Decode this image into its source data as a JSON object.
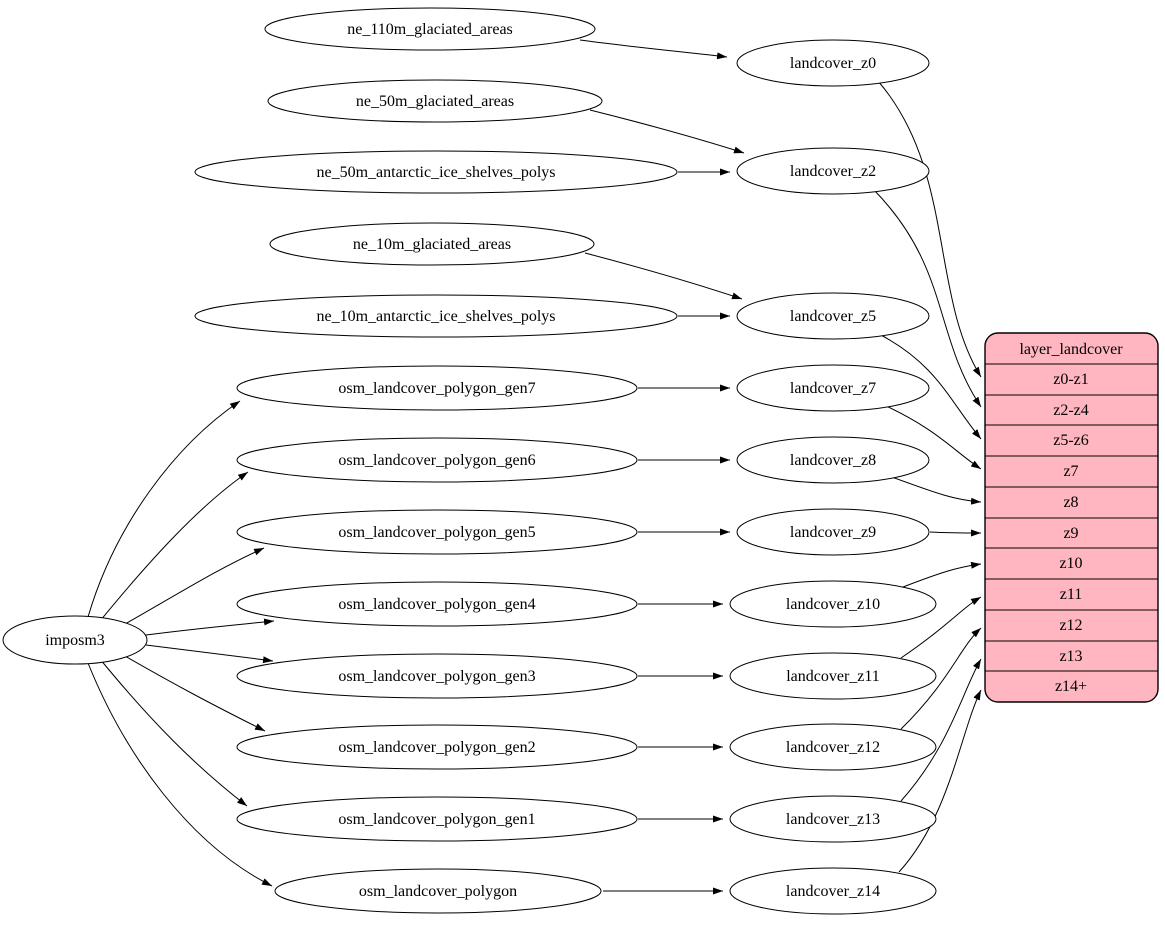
{
  "colors": {
    "table_fill": "#ffb6c1",
    "node_fill": "#ffffff",
    "stroke": "#000000",
    "background": "#ffffff"
  },
  "nodes": {
    "imposm3": "imposm3",
    "ne_110m_glaciated_areas": "ne_110m_glaciated_areas",
    "ne_50m_glaciated_areas": "ne_50m_glaciated_areas",
    "ne_50m_antarctic_ice_shelves_polys": "ne_50m_antarctic_ice_shelves_polys",
    "ne_10m_glaciated_areas": "ne_10m_glaciated_areas",
    "ne_10m_antarctic_ice_shelves_polys": "ne_10m_antarctic_ice_shelves_polys",
    "osm_landcover_polygon_gen7": "osm_landcover_polygon_gen7",
    "osm_landcover_polygon_gen6": "osm_landcover_polygon_gen6",
    "osm_landcover_polygon_gen5": "osm_landcover_polygon_gen5",
    "osm_landcover_polygon_gen4": "osm_landcover_polygon_gen4",
    "osm_landcover_polygon_gen3": "osm_landcover_polygon_gen3",
    "osm_landcover_polygon_gen2": "osm_landcover_polygon_gen2",
    "osm_landcover_polygon_gen1": "osm_landcover_polygon_gen1",
    "osm_landcover_polygon": "osm_landcover_polygon",
    "landcover_z0": "landcover_z0",
    "landcover_z2": "landcover_z2",
    "landcover_z5": "landcover_z5",
    "landcover_z7": "landcover_z7",
    "landcover_z8": "landcover_z8",
    "landcover_z9": "landcover_z9",
    "landcover_z10": "landcover_z10",
    "landcover_z11": "landcover_z11",
    "landcover_z12": "landcover_z12",
    "landcover_z13": "landcover_z13",
    "landcover_z14": "landcover_z14"
  },
  "table": {
    "title": "layer_landcover",
    "rows": [
      "z0-z1",
      "z2-z4",
      "z5-z6",
      "z7",
      "z8",
      "z9",
      "z10",
      "z11",
      "z12",
      "z13",
      "z14+"
    ]
  },
  "edges": [
    {
      "from": "imposm3",
      "to": "osm_landcover_polygon_gen7"
    },
    {
      "from": "imposm3",
      "to": "osm_landcover_polygon_gen6"
    },
    {
      "from": "imposm3",
      "to": "osm_landcover_polygon_gen5"
    },
    {
      "from": "imposm3",
      "to": "osm_landcover_polygon_gen4"
    },
    {
      "from": "imposm3",
      "to": "osm_landcover_polygon_gen3"
    },
    {
      "from": "imposm3",
      "to": "osm_landcover_polygon_gen2"
    },
    {
      "from": "imposm3",
      "to": "osm_landcover_polygon_gen1"
    },
    {
      "from": "imposm3",
      "to": "osm_landcover_polygon"
    },
    {
      "from": "ne_110m_glaciated_areas",
      "to": "landcover_z0"
    },
    {
      "from": "ne_50m_glaciated_areas",
      "to": "landcover_z2"
    },
    {
      "from": "ne_50m_antarctic_ice_shelves_polys",
      "to": "landcover_z2"
    },
    {
      "from": "ne_10m_glaciated_areas",
      "to": "landcover_z5"
    },
    {
      "from": "ne_10m_antarctic_ice_shelves_polys",
      "to": "landcover_z5"
    },
    {
      "from": "osm_landcover_polygon_gen7",
      "to": "landcover_z7"
    },
    {
      "from": "osm_landcover_polygon_gen6",
      "to": "landcover_z8"
    },
    {
      "from": "osm_landcover_polygon_gen5",
      "to": "landcover_z9"
    },
    {
      "from": "osm_landcover_polygon_gen4",
      "to": "landcover_z10"
    },
    {
      "from": "osm_landcover_polygon_gen3",
      "to": "landcover_z11"
    },
    {
      "from": "osm_landcover_polygon_gen2",
      "to": "landcover_z12"
    },
    {
      "from": "osm_landcover_polygon_gen1",
      "to": "landcover_z13"
    },
    {
      "from": "osm_landcover_polygon",
      "to": "landcover_z14"
    },
    {
      "from": "landcover_z0",
      "to": "layer_landcover:z0-z1"
    },
    {
      "from": "landcover_z2",
      "to": "layer_landcover:z2-z4"
    },
    {
      "from": "landcover_z5",
      "to": "layer_landcover:z5-z6"
    },
    {
      "from": "landcover_z7",
      "to": "layer_landcover:z7"
    },
    {
      "from": "landcover_z8",
      "to": "layer_landcover:z8"
    },
    {
      "from": "landcover_z9",
      "to": "layer_landcover:z9"
    },
    {
      "from": "landcover_z10",
      "to": "layer_landcover:z10"
    },
    {
      "from": "landcover_z11",
      "to": "layer_landcover:z11"
    },
    {
      "from": "landcover_z12",
      "to": "layer_landcover:z12"
    },
    {
      "from": "landcover_z13",
      "to": "layer_landcover:z13"
    },
    {
      "from": "landcover_z14",
      "to": "layer_landcover:z14+"
    }
  ]
}
